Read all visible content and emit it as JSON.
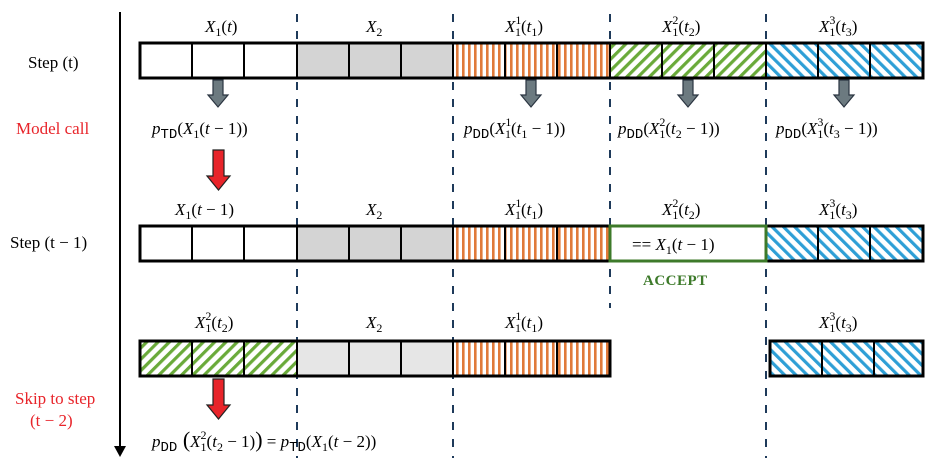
{
  "side_labels": {
    "step_t": "Step (t)",
    "model_call": "Model call",
    "step_t_minus_1": "Step (t − 1)",
    "skip_line1": "Skip to step",
    "skip_line2": "(t − 2)"
  },
  "row1": {
    "headers": [
      "X1(t)",
      "X2",
      "X1^1(t1)",
      "X1^2(t2)",
      "X1^3(t3)"
    ],
    "probs": [
      "pTD(X1(t − 1))",
      "pDD(X1^1(t1 − 1))",
      "pDD(X1^2(t2 − 1))",
      "pDD(X1^3(t3 − 1))"
    ]
  },
  "row2": {
    "headers": [
      "X1(t − 1)",
      "X2",
      "X1^1(t1)",
      "X1^2(t2)",
      "X1^3(t3)"
    ],
    "equal_text": "== X1(t − 1)",
    "accept": "ACCEPT"
  },
  "row3": {
    "headers": [
      "X1^2(t2)",
      "X2",
      "X1^1(t1)",
      "X1^3(t3)"
    ],
    "equation": "pDD(X1^2(t2 − 1)) = pTD(X1(t − 2))"
  },
  "colors": {
    "accent_red": "#e8242a",
    "accept_green": "#3d7a2a",
    "orange_stripe": "#e07a3a",
    "green_stripe": "#6aaa3a",
    "blue_stripe": "#2e9fd6",
    "gray_fill": "#d4d4d4",
    "light_gray_fill": "#e6e6e6",
    "dash_blue": "#1e3a5a",
    "arrow_gray": "#6c7a80"
  }
}
